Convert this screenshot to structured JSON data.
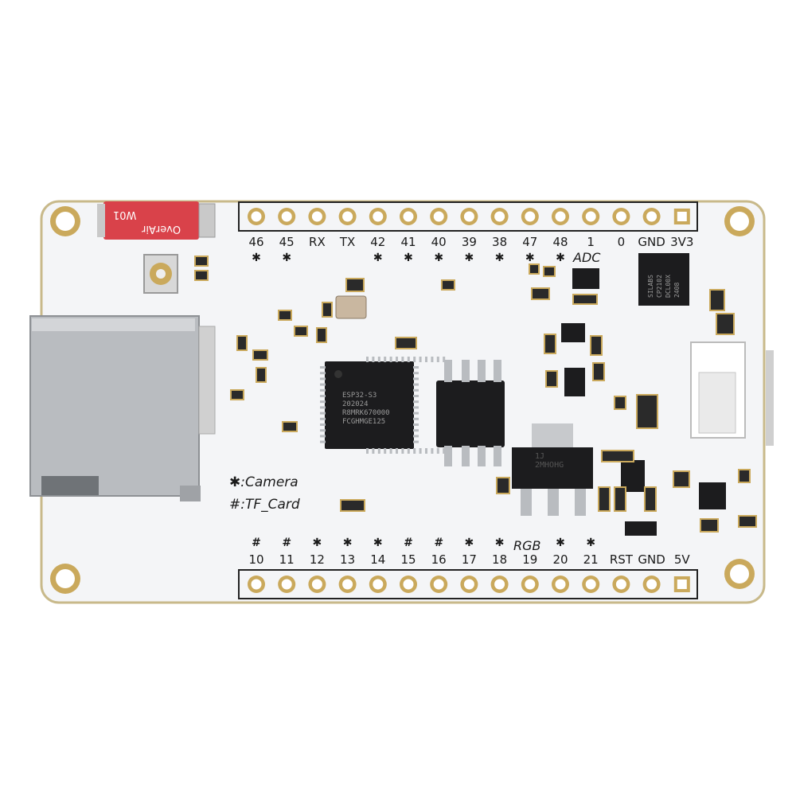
{
  "board": {
    "antenna_label": "OverAir",
    "antenna_model": "W01",
    "top_pins": [
      "46",
      "45",
      "RX",
      "TX",
      "42",
      "41",
      "40",
      "39",
      "38",
      "47",
      "48",
      "1",
      "0",
      "GND",
      "3V3"
    ],
    "top_marks": [
      "✱",
      "✱",
      "",
      "",
      "✱",
      "✱",
      "✱",
      "✱",
      "✱",
      "✱",
      "✱",
      "",
      "",
      "",
      ""
    ],
    "bottom_pins": [
      "10",
      "11",
      "12",
      "13",
      "14",
      "15",
      "16",
      "17",
      "18",
      "19",
      "20",
      "21",
      "RST",
      "GND",
      "5V"
    ],
    "bottom_marks": [
      "#",
      "#",
      "✱",
      "✱",
      "✱",
      "#",
      "#",
      "✱",
      "✱",
      "",
      "✱",
      "✱",
      "",
      "",
      ""
    ],
    "adc_label": "ADC",
    "rgb_label": "RGB",
    "legend_camera": "✱:Camera",
    "legend_tf": "#:TF_Card",
    "mcu_text": [
      "ESP32-S3",
      "202024",
      "R8MRK670000",
      "FCGHMGE125"
    ],
    "usb_chip_text": [
      "SILABS",
      "CP2102",
      "DCL00X",
      "2408"
    ],
    "regulator_text": [
      "1J",
      "2MHOHG"
    ]
  },
  "colors": {
    "pcb": "#f4f5f7",
    "pad": "#c9a85a",
    "chip": "#1c1c1e",
    "antenna": "#d9424a",
    "metal": "#b9bcc0"
  }
}
